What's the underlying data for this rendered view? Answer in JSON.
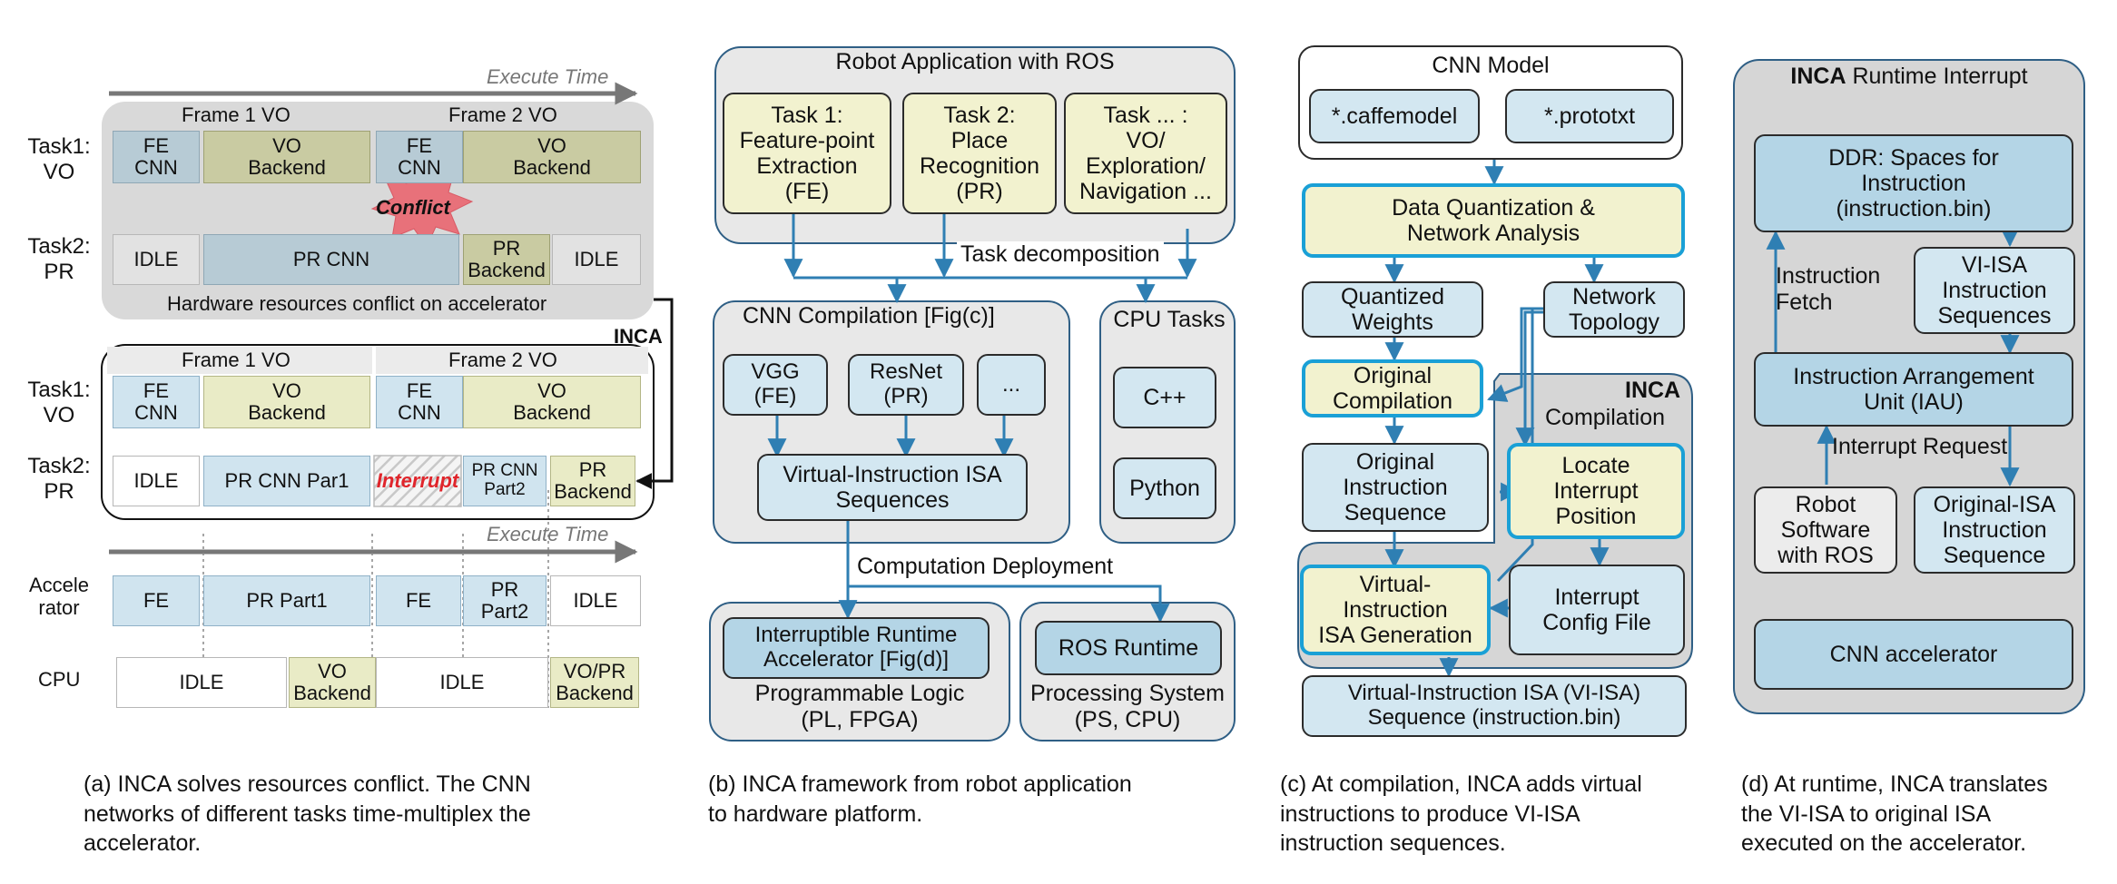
{
  "panel_a": {
    "execute_time_top": "Execute Time",
    "execute_time_bottom": "Execute Time",
    "top_block": {
      "frame1": "Frame 1 VO",
      "frame2": "Frame 2 VO",
      "task1_label": "Task1:\nVO",
      "task2_label": "Task2:\nPR",
      "fe_cnn_1": "FE\nCNN",
      "vo_backend_1": "VO\nBackend",
      "fe_cnn_2": "FE\nCNN",
      "vo_backend_2": "VO\nBackend",
      "idle_1": "IDLE",
      "pr_cnn": "PR CNN",
      "pr_backend": "PR\nBackend",
      "idle_2": "IDLE",
      "conflict": "Conflict",
      "hw_conflict": "Hardware resources conflict on accelerator"
    },
    "inca_label": "INCA",
    "mid_block": {
      "frame1": "Frame 1 VO",
      "frame2": "Frame 2 VO",
      "task1_label": "Task1:\nVO",
      "task2_label": "Task2:\nPR",
      "fe_cnn_1": "FE\nCNN",
      "vo_backend_1": "VO\nBackend",
      "fe_cnn_2": "FE\nCNN",
      "vo_backend_2": "VO\nBackend",
      "idle": "IDLE",
      "pr_cnn_par1": "PR CNN Par1",
      "interrupt": "Interrupt",
      "pr_cnn_part2": "PR CNN\nPart2",
      "pr_backend": "PR\nBackend"
    },
    "accelerator": {
      "label": "Accele\nrator",
      "fe_1": "FE",
      "pr_part1": "PR Part1",
      "fe_2": "FE",
      "pr_part2": "PR\nPart2",
      "idle": "IDLE"
    },
    "cpu": {
      "label": "CPU",
      "idle_1": "IDLE",
      "vo_backend": "VO\nBackend",
      "idle_2": "IDLE",
      "vo_pr_backend": "VO/PR\nBackend"
    },
    "caption": "(a) INCA solves resources conflict. The CNN\nnetworks of different tasks time-multiplex the\naccelerator."
  },
  "panel_b": {
    "robot_app_title": "Robot Application with ROS",
    "task1": "Task 1:\nFeature-point\nExtraction\n(FE)",
    "task2": "Task 2:\nPlace\nRecognition\n(PR)",
    "task3": "Task ... :\nVO/\nExploration/\nNavigation ...",
    "task_decomposition": "Task decomposition",
    "cnn_compilation": "CNN Compilation [Fig(c)]",
    "vgg": "VGG\n(FE)",
    "resnet": "ResNet\n(PR)",
    "dots": "...",
    "vi_isa_seq": "Virtual-Instruction ISA\nSequences",
    "cpu_tasks": "CPU Tasks",
    "cpp": "C++",
    "python": "Python",
    "computation_deployment": "Computation Deployment",
    "interruptible_runtime": "Interruptible Runtime\nAccelerator [Fig(d)]",
    "pl_label": "Programmable Logic\n(PL, FPGA)",
    "ros_runtime": "ROS Runtime",
    "ps_label": "Processing System\n(PS, CPU)",
    "caption": "(b) INCA framework from robot application\nto hardware platform."
  },
  "panel_c": {
    "cnn_model": "CNN Model",
    "caffemodel": "*.caffemodel",
    "prototxt": "*.prototxt",
    "data_quant": "Data Quantization &\nNetwork Analysis",
    "quantized_weights": "Quantized\nWeights",
    "network_topology": "Network\nTopology",
    "original_compilation": "Original\nCompilation",
    "inca_bold": "INCA",
    "inca_compilation": "Compilation",
    "original_instruction_seq": "Original\nInstruction\nSequence",
    "locate_interrupt": "Locate\nInterrupt\nPosition",
    "vi_isa_generation": "Virtual-\nInstruction\nISA Generation",
    "interrupt_config": "Interrupt\nConfig File",
    "vi_isa_sequence": "Virtual-Instruction ISA (VI-ISA)\nSequence  (instruction.bin)",
    "caption": "(c) At compilation, INCA adds virtual\ninstructions to produce VI-ISA\ninstruction sequences."
  },
  "panel_d": {
    "title_bold": "INCA",
    "title_rest": " Runtime Interrupt",
    "ddr": "DDR: Spaces for\nInstruction\n(instruction.bin)",
    "instruction_fetch": "Instruction\nFetch",
    "vi_isa_instr_seq": "VI-ISA\nInstruction\nSequences",
    "iau": "Instruction Arrangement\nUnit (IAU)",
    "interrupt_request": "Interrupt Request",
    "robot_software": "Robot\nSoftware\nwith ROS",
    "original_isa_seq": "Original-ISA\nInstruction\nSequence",
    "cnn_accelerator": "CNN accelerator",
    "caption": "(d) At runtime, INCA translates\nthe VI-ISA to original ISA\nexecuted on the accelerator."
  }
}
